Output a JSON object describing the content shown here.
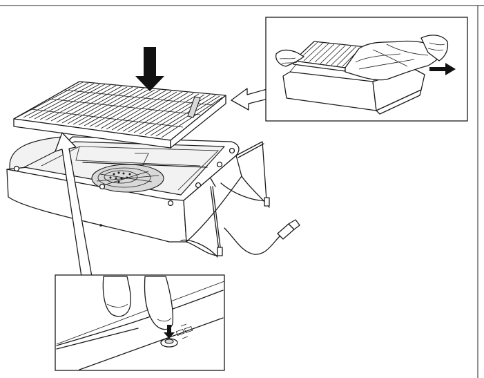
{
  "figure": {
    "kind": "line-art assembly illustration",
    "callouts": [
      "filter-unpacking-inset",
      "release-button-inset"
    ],
    "icons": [
      "down-arrow-icon",
      "pointer-arrow-icon",
      "pull-arrow-icon",
      "release-symbol-icon"
    ],
    "colors": {
      "line": "#1a1a1a",
      "fill": "#ffffff",
      "shade": "#d9d9d9",
      "arrow": "#111111"
    }
  }
}
